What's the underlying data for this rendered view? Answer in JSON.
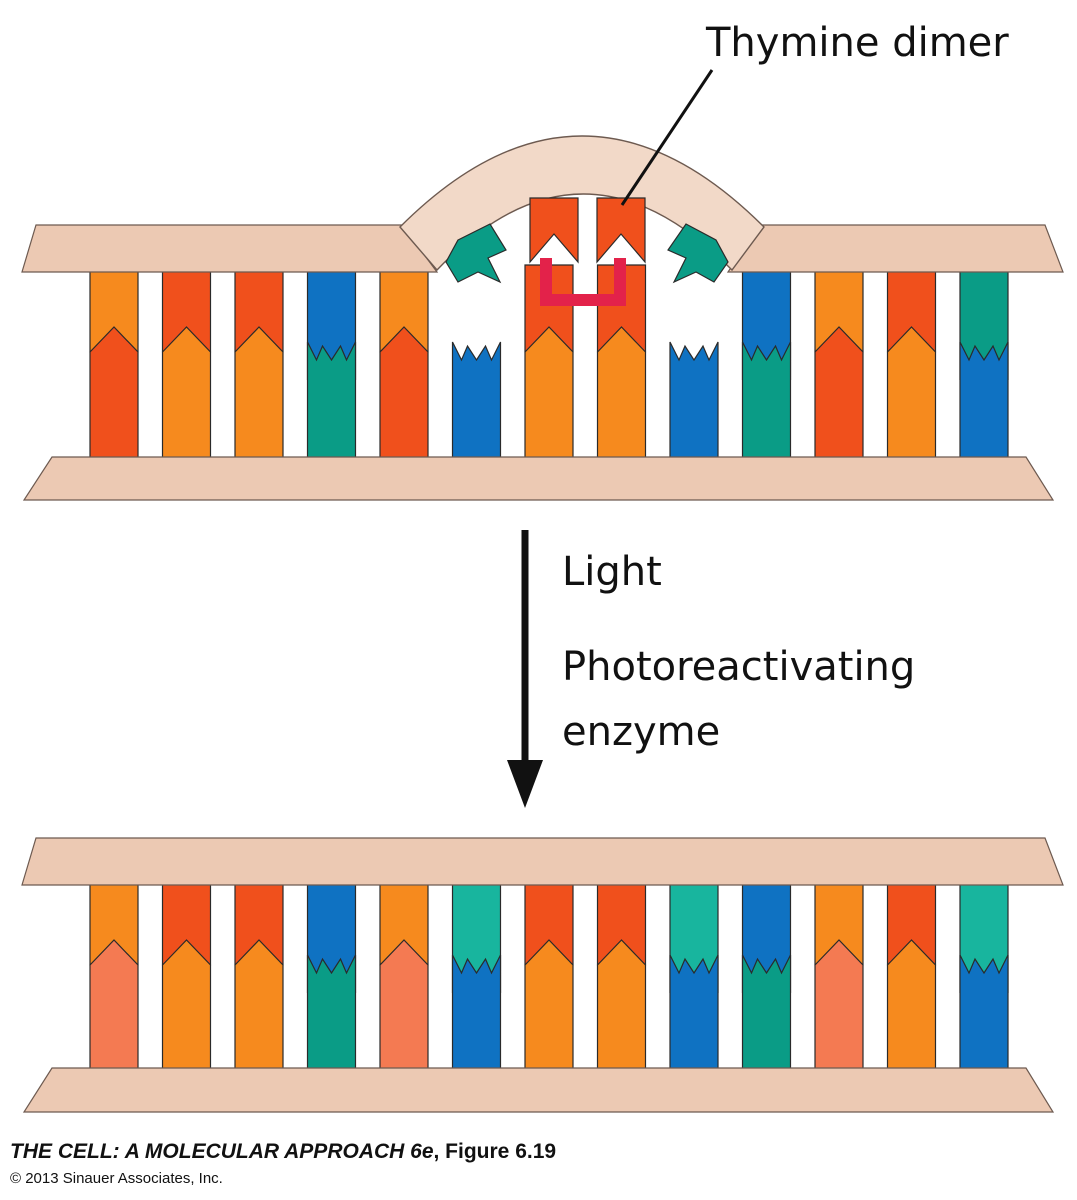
{
  "labels": {
    "thymine_dimer": "Thymine dimer",
    "light": "Light",
    "enzyme_line1": "Photoreactivating",
    "enzyme_line2": "enzyme"
  },
  "credit": {
    "book": "THE CELL: A MOLECULAR APPROACH 6e",
    "figure": ", Figure 6.19",
    "copyright": "© 2013 Sinauer Associates, Inc."
  },
  "colors": {
    "backbone": "#ecc9b3",
    "backbone_stroke": "#6d5a50",
    "enzyme": "#f2d9c8",
    "adenine": "#f0501c",
    "adenine_light": "#f47a52",
    "thymine": "#f68a1e",
    "guanine": "#0f72c2",
    "cytosine": "#0a9c86",
    "cytosine_light": "#18b59e",
    "dimer_bond": "#e3224a",
    "base_stroke": "#2a2a2a"
  },
  "top_pairs": [
    {
      "upper": "thymine",
      "lower": "adenine"
    },
    {
      "upper": "adenine",
      "lower": "thymine"
    },
    {
      "upper": "adenine",
      "lower": "thymine"
    },
    {
      "upper": "guanine",
      "lower": "cytosine"
    },
    {
      "upper": "thymine",
      "lower": "adenine"
    },
    {
      "upper": null,
      "lower": "guanine"
    },
    {
      "upper": "adenine",
      "lower": "thymine"
    },
    {
      "upper": "adenine",
      "lower": "thymine"
    },
    {
      "upper": null,
      "lower": "guanine"
    },
    {
      "upper": "guanine",
      "lower": "cytosine"
    },
    {
      "upper": "thymine",
      "lower": "adenine"
    },
    {
      "upper": "adenine",
      "lower": "thymine"
    },
    {
      "upper": "cytosine",
      "lower": "guanine"
    }
  ],
  "bottom_pairs": [
    {
      "upper": "thymine",
      "lower": "adenine_light"
    },
    {
      "upper": "adenine",
      "lower": "thymine"
    },
    {
      "upper": "adenine",
      "lower": "thymine"
    },
    {
      "upper": "guanine",
      "lower": "cytosine"
    },
    {
      "upper": "thymine",
      "lower": "adenine_light"
    },
    {
      "upper": "cytosine_light",
      "lower": "guanine"
    },
    {
      "upper": "adenine",
      "lower": "thymine"
    },
    {
      "upper": "adenine",
      "lower": "thymine"
    },
    {
      "upper": "cytosine_light",
      "lower": "guanine"
    },
    {
      "upper": "guanine",
      "lower": "cytosine"
    },
    {
      "upper": "thymine",
      "lower": "adenine_light"
    },
    {
      "upper": "adenine",
      "lower": "thymine"
    },
    {
      "upper": "cytosine_light",
      "lower": "guanine"
    }
  ]
}
